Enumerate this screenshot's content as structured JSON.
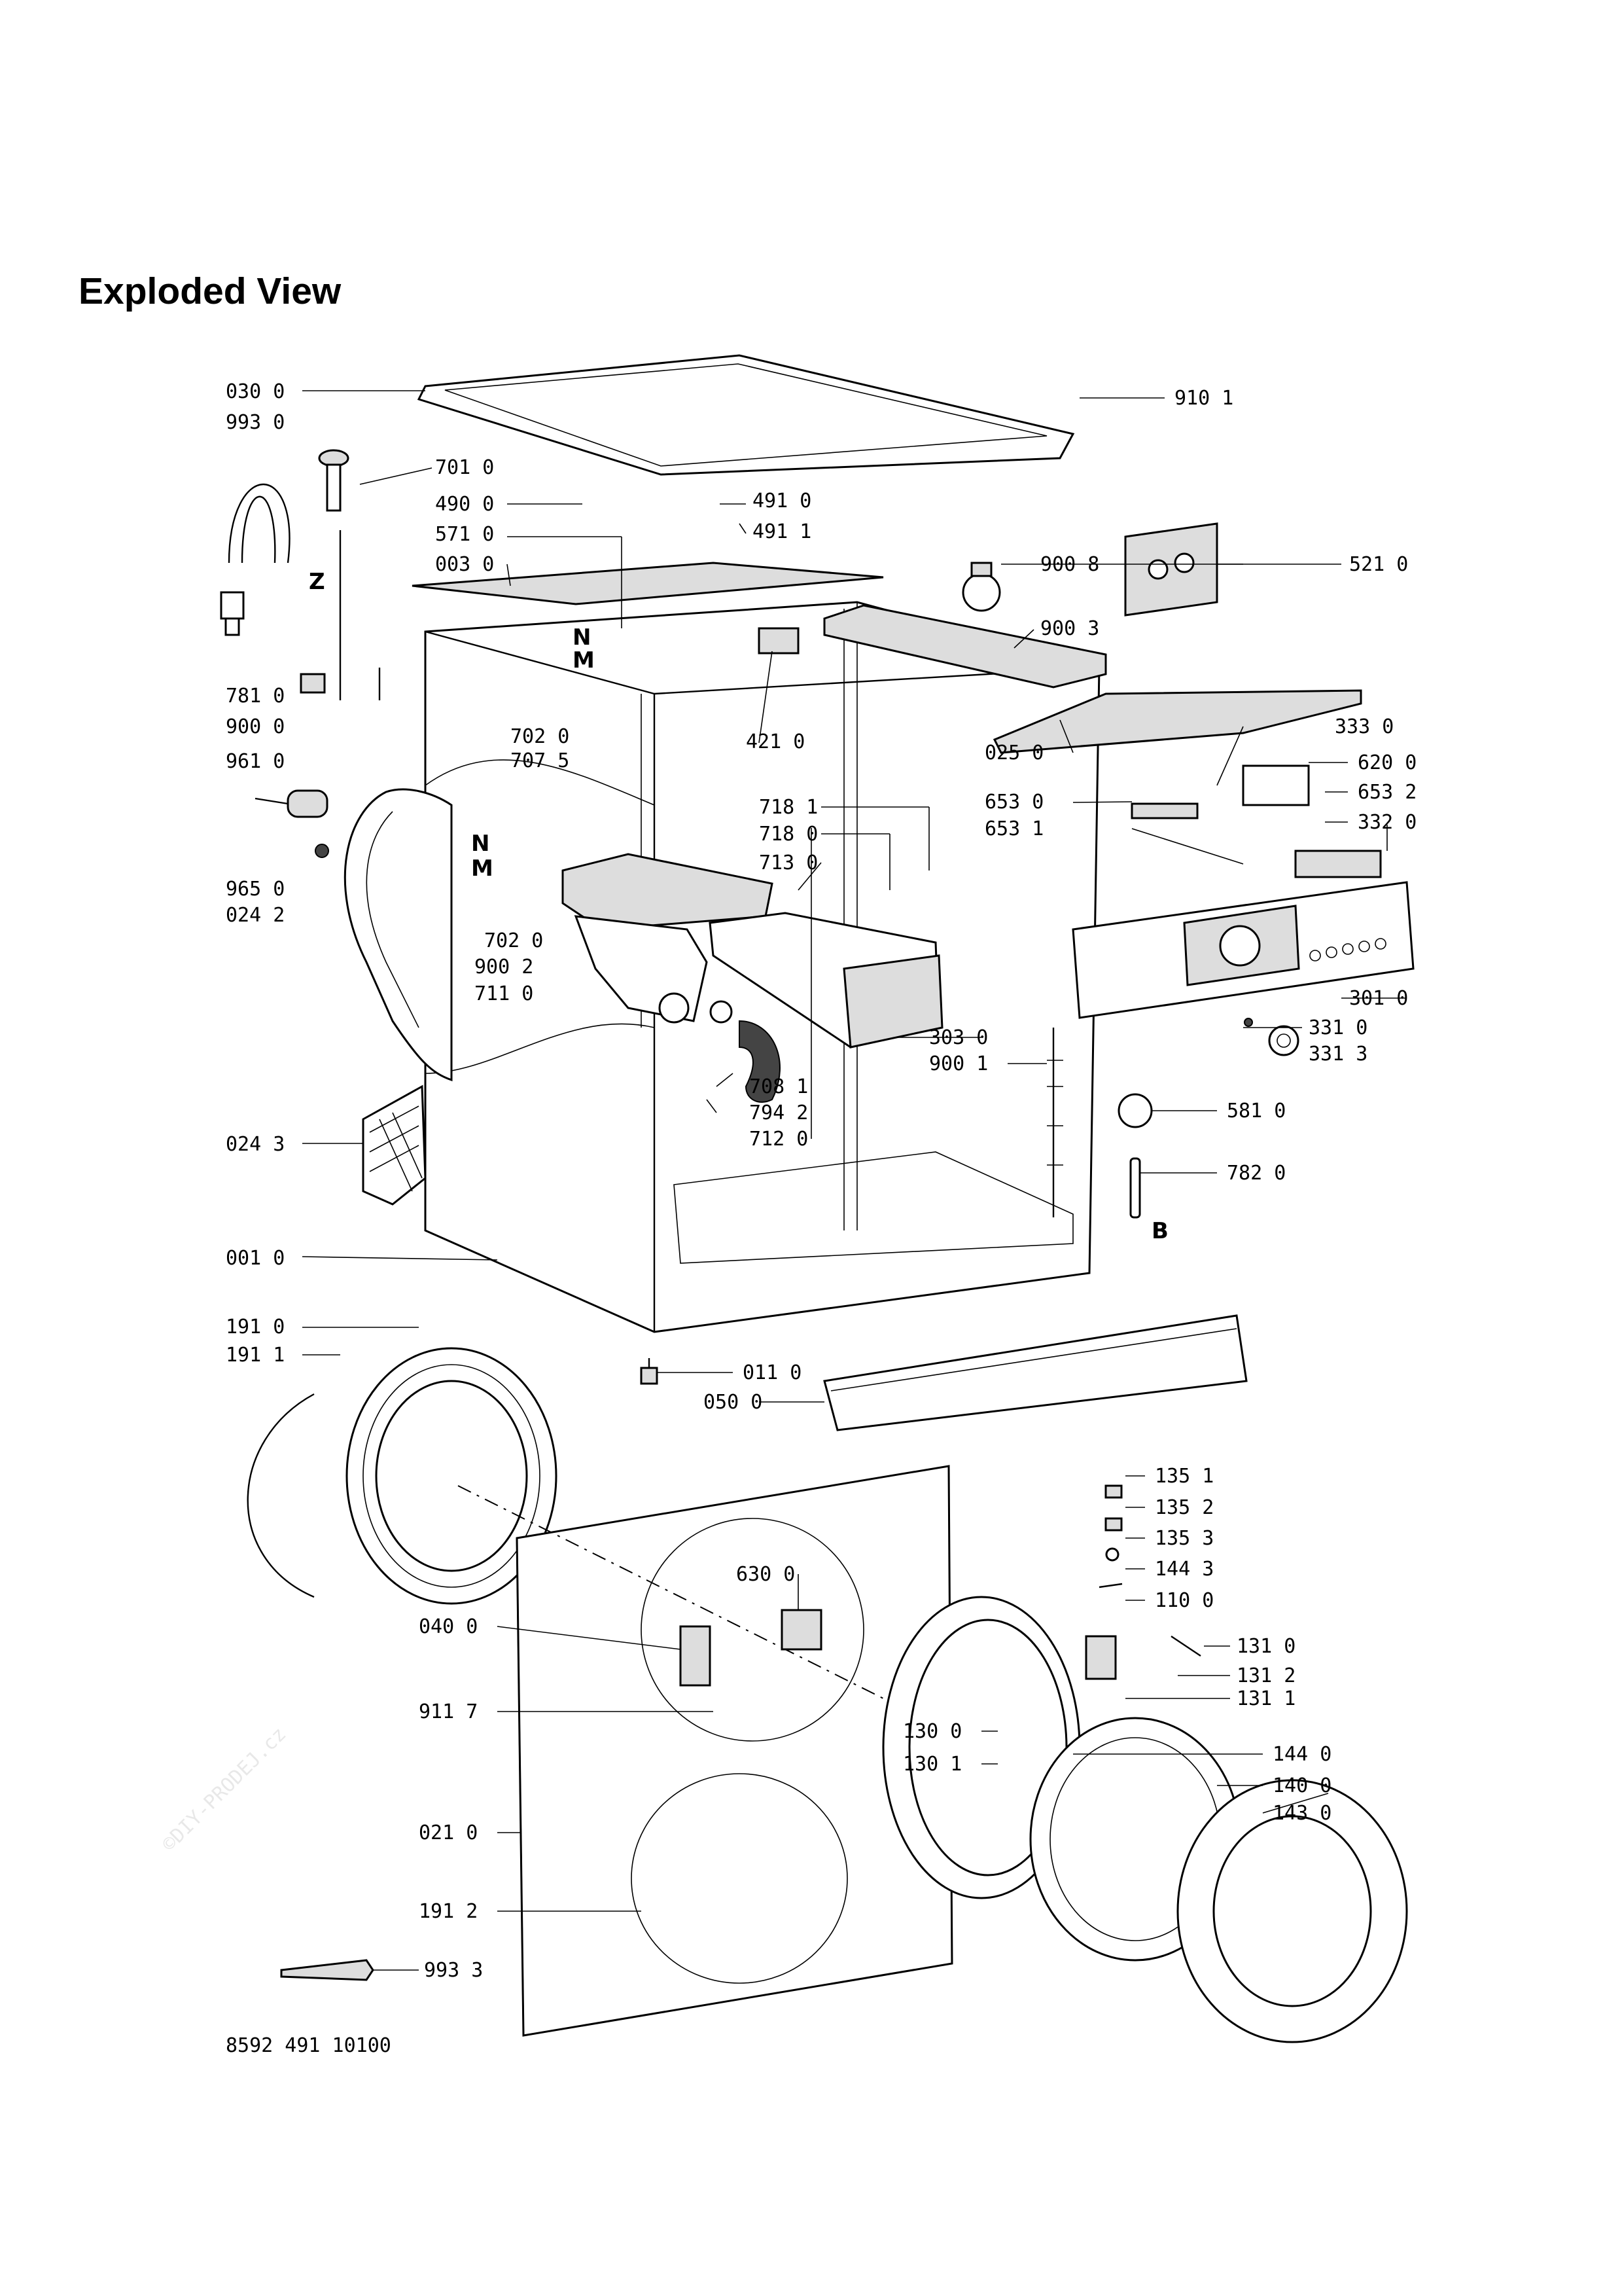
{
  "title": "Exploded View",
  "footer_code": "8592 491 10100",
  "watermark": "©DIY-PRODEJ.cz",
  "markers": [
    "Z",
    "N",
    "M",
    "N",
    "M",
    "B"
  ],
  "part_labels": [
    "030 0",
    "993 0",
    "701 0",
    "490 0",
    "571 0",
    "003 0",
    "781 0",
    "900 0",
    "961 0",
    "965 0",
    "024 2",
    "702 0",
    "707 5",
    "702 0",
    "900 2",
    "711 0",
    "024 3",
    "001 0",
    "910 1",
    "491 0",
    "491 1",
    "900 8",
    "521 0",
    "900 3",
    "421 0",
    "718 1",
    "718 0",
    "713 0",
    "025 0",
    "653 0",
    "653 1",
    "333 0",
    "620 0",
    "653 2",
    "332 0",
    "301 0",
    "331 0",
    "331 3",
    "303 0",
    "900 1",
    "708 1",
    "794 2",
    "712 0",
    "581 0",
    "782 0",
    "191 0",
    "191 1",
    "011 0",
    "050 0",
    "135 1",
    "135 2",
    "135 3",
    "144 3",
    "110 0",
    "131 0",
    "131 2",
    "131 1",
    "630 0",
    "040 0",
    "911 7",
    "021 0",
    "191 2",
    "993 3",
    "130 0",
    "130 1",
    "144 0",
    "140 0",
    "143 0"
  ]
}
